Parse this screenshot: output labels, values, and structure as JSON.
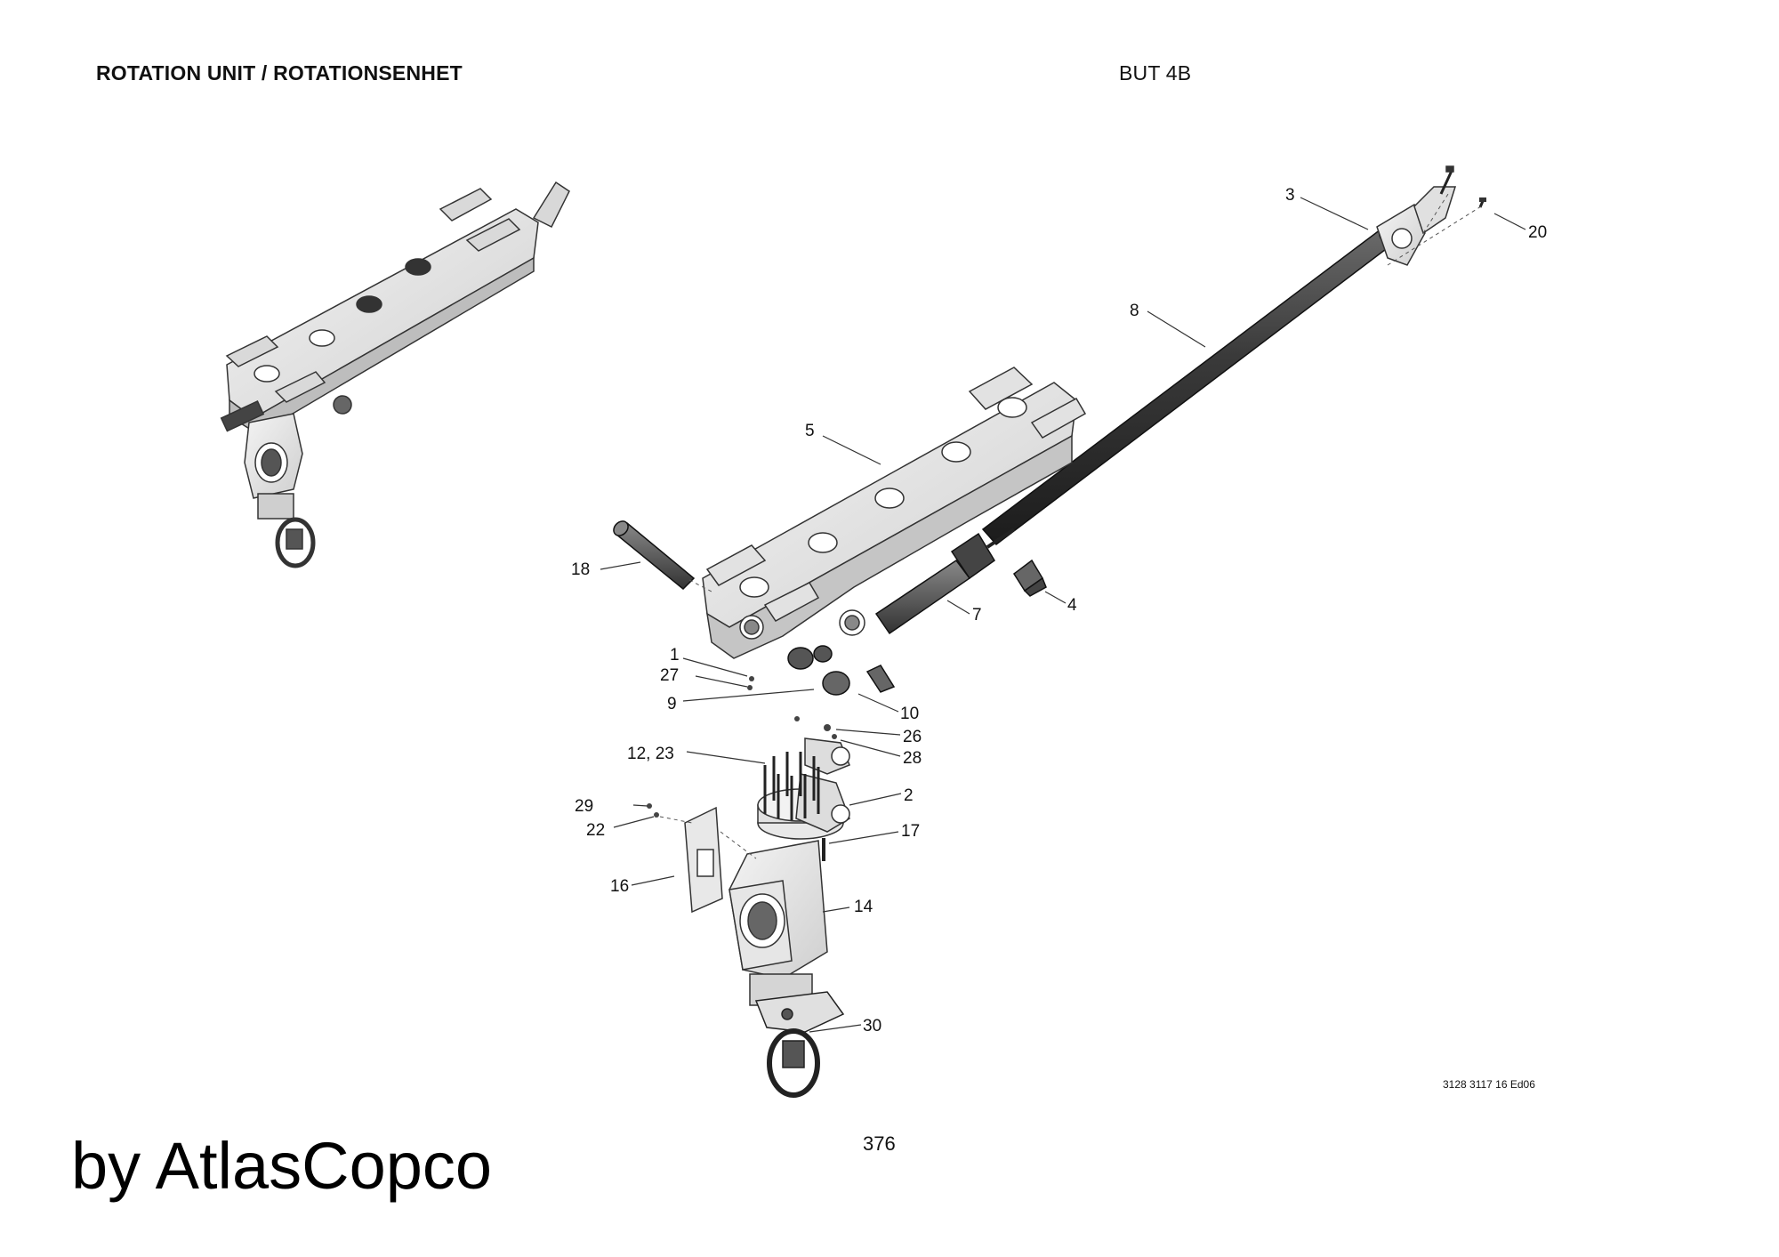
{
  "header": {
    "title": "ROTATION UNIT / ROTATIONSENHET",
    "model": "BUT 4B"
  },
  "callouts": [
    "3",
    "20",
    "8",
    "5",
    "18",
    "4",
    "7",
    "1",
    "27",
    "9",
    "10",
    "26",
    "12, 23",
    "28",
    "2",
    "29",
    "22",
    "17",
    "16",
    "14",
    "30"
  ],
  "footer": {
    "doc_number": "3128 3117 16 Ed06",
    "page_number": "376",
    "watermark": "by AtlasCopco"
  }
}
